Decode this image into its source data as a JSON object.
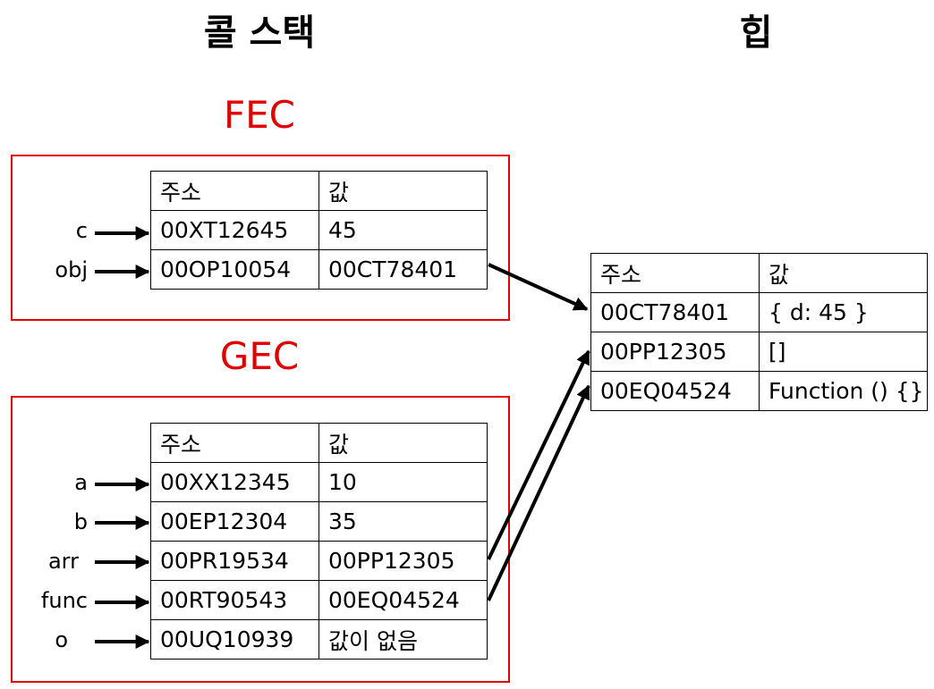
{
  "titles": {
    "call_stack": "콜 스택",
    "heap": "힙"
  },
  "fec": {
    "label": "FEC",
    "headers": [
      "주소",
      "값"
    ],
    "rows": [
      {
        "var": "c",
        "address": "00XT12645",
        "value": "45"
      },
      {
        "var": "obj",
        "address": "00OP10054",
        "value": "00CT78401"
      }
    ]
  },
  "gec": {
    "label": "GEC",
    "headers": [
      "주소",
      "값"
    ],
    "rows": [
      {
        "var": "a",
        "address": "00XX12345",
        "value": "10"
      },
      {
        "var": "b",
        "address": "00EP12304",
        "value": "35"
      },
      {
        "var": "arr",
        "address": "00PR19534",
        "value": "00PP12305"
      },
      {
        "var": "func",
        "address": "00RT90543",
        "value": "00EQ04524"
      },
      {
        "var": "o",
        "address": "00UQ10939",
        "value": "값이 없음"
      }
    ]
  },
  "heap": {
    "headers": [
      "주소",
      "값"
    ],
    "rows": [
      {
        "address": "00CT78401",
        "value": "{ d: 45 }"
      },
      {
        "address": "00PP12305",
        "value": "[]"
      },
      {
        "address": "00EQ04524",
        "value": "Function () {}"
      }
    ]
  },
  "colors": {
    "context": "#e00000",
    "line": "#000000"
  }
}
